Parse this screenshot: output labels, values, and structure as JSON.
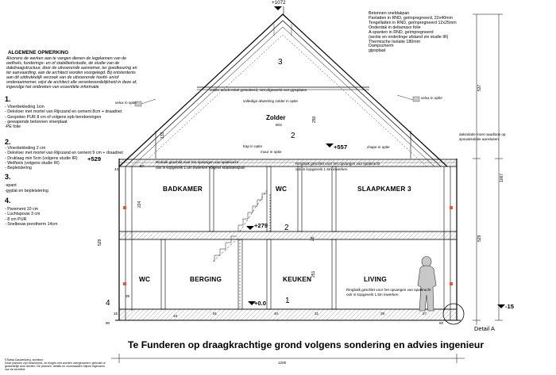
{
  "title": "Te Funderen op draagkrachtige grond volgens sondering en advies ingenieur",
  "top_level": "+1072",
  "roof_notes": [
    "Betonnen sneldakpan",
    "Panlatten in RND, geïmpregneerd, 22x40mm",
    "Tengellatten in RND, geïmpregneerd 12x25mm",
    "Onderdak in deltamaxx folie",
    "A-spanten in RND, geïmpregneerd",
    "(sectie en onderlinge afstand zie studie IR)",
    "Thermische Isolatie 180mm",
    "Dampscherm",
    "gipsplaat"
  ],
  "general": {
    "heading": "ALGEMENE OPMERKING",
    "lines": [
      "Alvorens de werken aan te vangen dienen de legplannen van de",
      "welfsels, funderings- en of stabiliteitsstudie, de studie van de",
      "dakdraagstructuur, door de uitvoerende aannemer, ter goedkeuring en",
      "ter aanvaarding, aan de architect worden voorgelegd. Bij ontstentenis",
      "aan dit uitdrukkelijk verzoek van de uitvoerende hoofd- en/of",
      "onderaannemer, wijst de architect alle verantwoordelijkheid in deze af,",
      "ingevolge het ontbreken van essentiële informatie"
    ]
  },
  "notes": [
    {
      "num": "1.",
      "lines": [
        "- Vloerbekleding 1cm",
        "- Dekvloer met mortel van Rijnzand en cement 8cm + draadnet",
        "- Gespoten PUR 8 cm of volgens epb berekeningen",
        "- gewapende betonnen vloerplaat",
        "-PE folie"
      ]
    },
    {
      "num": "2.",
      "lines": [
        "- Vloerbekleding 2 cm",
        "- Dekvloer met mortel van Rijnzand en cement 9 cm + draadnet",
        "- Druklaag min 5cm (volgens studie IR)",
        "- Welfsels (volgens studie IR)",
        "- Bepleistering"
      ]
    },
    {
      "num": "3.",
      "lines": [
        "-spant",
        "-gyplat en bepleistering"
      ]
    },
    {
      "num": "4.",
      "lines": [
        "- Parement 10 cm",
        "- Luchtspouw 3 cm",
        "- 8 cm PUR",
        "- Snelbouw porotherm 14cm"
      ]
    }
  ],
  "attic": {
    "label": "Zolder",
    "height": "803",
    "note1": "zolder wordt enkel geïsoleerd, niet afgewerkt met gipsplaten",
    "note2": "volledige afwerking zolder  in optie",
    "velux_left": "velux in optie",
    "velux_right": "velux in optie",
    "dim_250": "250",
    "dim_133": "133",
    "dim_537": "537",
    "dim_1067": "1067"
  },
  "first_floor": {
    "level": "+557",
    "eave_level": "+529",
    "stair_note1": "trap in optie",
    "stair_note2": "muur in optie",
    "chape_note": "chape in optie",
    "daksolatie1": "daksolatie moet naadloos op",
    "daksolatie2": "spouwisolatie aansluiten",
    "beam_left1": "Rinbalk geschikt voor het opvangen van spatkracht",
    "beam_left2": "ook in kopgevels 1.5m inwerken volgens stabiliteitsplan",
    "beam_right1": "Ringbalk geschikt voor het opvangen van spatkracht",
    "beam_right2": "ook in kopgevels 1.5m inwerken",
    "rooms": [
      "BADKAMER",
      "WC",
      "SLAAPKAMER 3"
    ],
    "dim_224": "224",
    "dim_28": "28",
    "dim_43": "43",
    "dim_27": "27"
  },
  "ground_floor": {
    "level": "+279",
    "floor": "+0.0",
    "ext_level": "-15",
    "rooms": [
      "WC",
      "BERGING",
      "KEUKEN",
      "LIVING"
    ],
    "beam_right1": "Ringbalk geschikt voor het opvangen van spatkracht",
    "beam_right2": "ook in kopgevels 1.5m inwerken",
    "dim_251": "251",
    "dim_529": "529",
    "dim_35": "35",
    "dim_15": "15",
    "dim_90": "90",
    "dim_43": "43",
    "dim_81": "81",
    "dim_40": "40",
    "dim_31": "31",
    "dim_28": "28",
    "dim_27": "27",
    "dim_60": "60"
  },
  "markers": {
    "m1": "1",
    "m2a": "2",
    "m2b": "2",
    "m3": "3",
    "m4": "4"
  },
  "detail": "Detail A",
  "overall_width": "1200",
  "footer": [
    "©Sabia Caudenberg, architect",
    "Deze plannen zijn beschermd, ze mogen niet worden overgenomen, gebruikt of",
    "gedeeltelijk door derden. De plannen, details en voorwaarden blijven eigendom",
    "van de architect."
  ]
}
